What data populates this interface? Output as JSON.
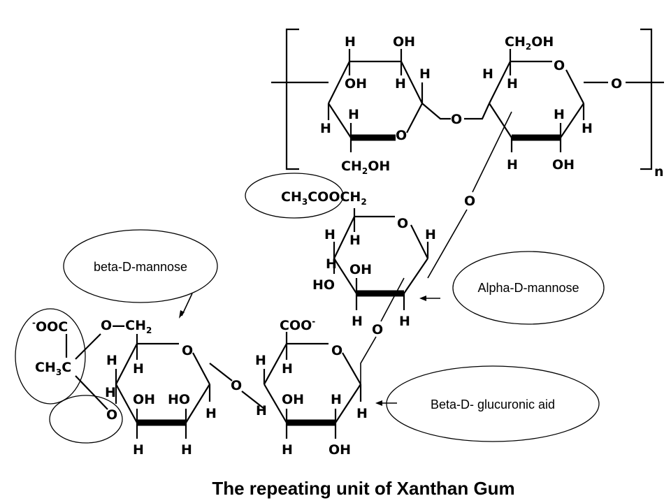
{
  "title": "The repeating unit of Xanthan Gum",
  "callouts": {
    "beta_mannose": "beta-D-mannose",
    "alpha_mannose": "Alpha-D-mannose",
    "glucuronic": "Beta-D- glucuronic aid"
  },
  "atoms": {
    "H": "H",
    "O": "O",
    "OH": "OH",
    "HO": "HO",
    "CH2OH": "CH2OH",
    "n": "n",
    "acetyl": "CH3COOCH2",
    "coo_minus": "COO-",
    "ooc_minus": "-OOC",
    "ch3c": "CH3C",
    "o_ch2": "O—CH2"
  },
  "colors": {
    "ink": "#000000",
    "background": "#ffffff"
  }
}
